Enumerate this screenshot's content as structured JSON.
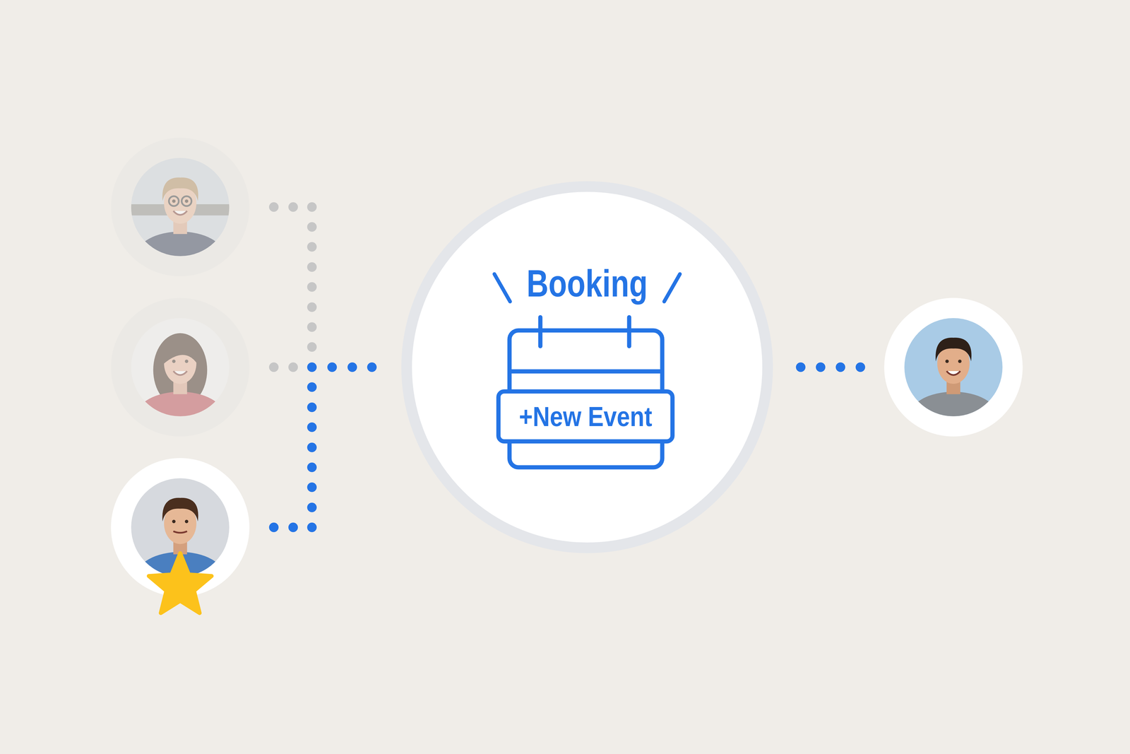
{
  "diagram": {
    "nodes": [
      {
        "text": [
          "Booking"
        ]
      },
      {
        "text": [
          "+New Event"
        ],
        "in": 0
      }
    ]
  }
}
